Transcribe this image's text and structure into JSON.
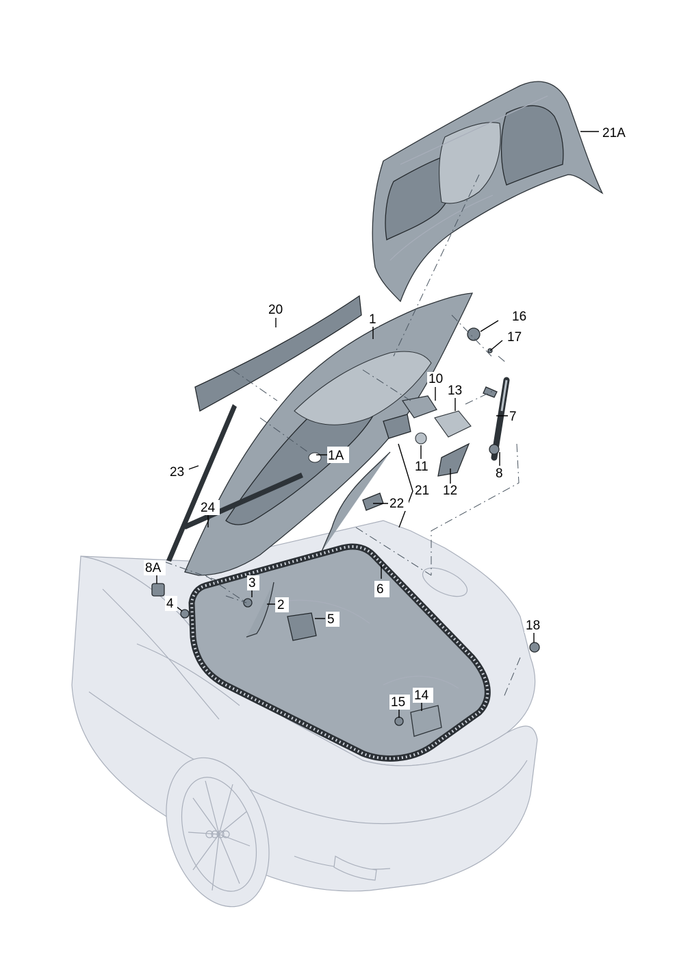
{
  "callouts": {
    "c21A": "21A",
    "c20": "20",
    "c1": "1",
    "c16": "16",
    "c17": "17",
    "c10": "10",
    "c13": "13",
    "c7": "7",
    "c1A": "1A",
    "c11": "11",
    "c8": "8",
    "c12": "12",
    "c21": "21",
    "c22": "22",
    "c23": "23",
    "c24": "24",
    "c8A": "8A",
    "c3": "3",
    "c2": "2",
    "c4": "4",
    "c5": "5",
    "c6": "6",
    "c18": "18",
    "c15": "15",
    "c14": "14"
  },
  "icons": {
    "brand_logo": "four-rings-logo"
  }
}
